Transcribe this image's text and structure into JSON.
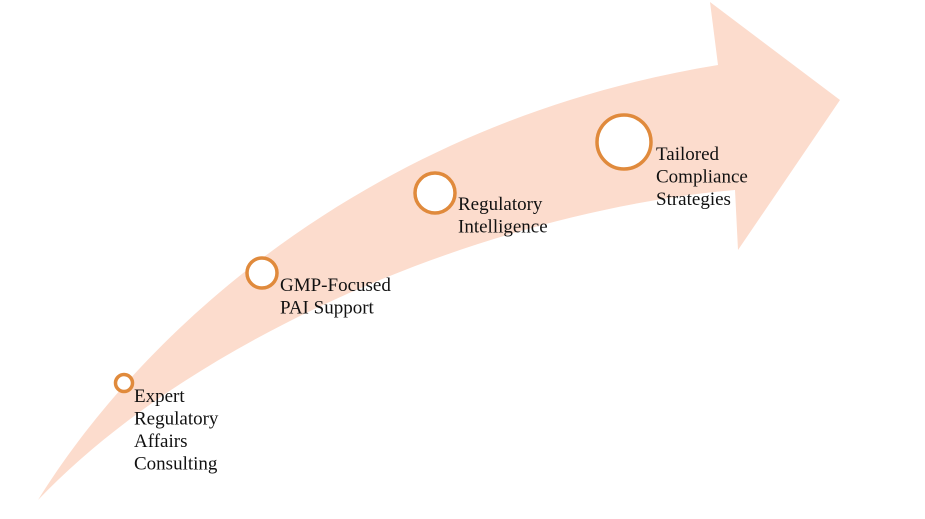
{
  "colors": {
    "arrow_fill": "#fcdccd",
    "circle_stroke": "#e08a3c",
    "text": "#111111"
  },
  "steps": [
    {
      "label_lines": [
        "Expert",
        "Regulatory",
        "Affairs",
        "Consulting"
      ],
      "order": 1
    },
    {
      "label_lines": [
        "GMP-Focused",
        "PAI Support"
      ],
      "order": 2
    },
    {
      "label_lines": [
        "Regulatory",
        "Intelligence"
      ],
      "order": 3
    },
    {
      "label_lines": [
        "Tailored",
        "Compliance",
        "Strategies"
      ],
      "order": 4
    }
  ]
}
